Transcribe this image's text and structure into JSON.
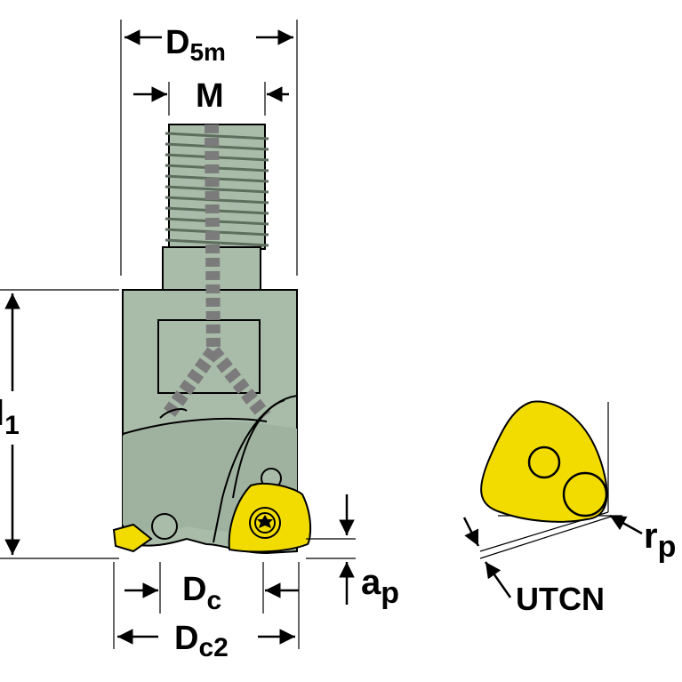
{
  "diagram": {
    "title": "Milling cutter with indexable insert - dimensional drawing",
    "colors": {
      "body": "#a9bba9",
      "body_dark": "#6f806f",
      "coolant": "#8a8a8a",
      "insert": "#f2dc00",
      "insert_dark": "#c8b200",
      "line": "#000000"
    },
    "labels": {
      "d5m": {
        "main": "D",
        "sub": "5m"
      },
      "m": {
        "main": "M"
      },
      "l1": {
        "main": "l",
        "sub": "1"
      },
      "dc": {
        "main": "D",
        "sub": "c"
      },
      "dc2": {
        "main": "D",
        "sub": "c2"
      },
      "ap": {
        "main": "a",
        "sub": "p"
      },
      "rp": {
        "main": "r",
        "sub": "p"
      },
      "utcn": {
        "main": "UTCN"
      }
    }
  }
}
